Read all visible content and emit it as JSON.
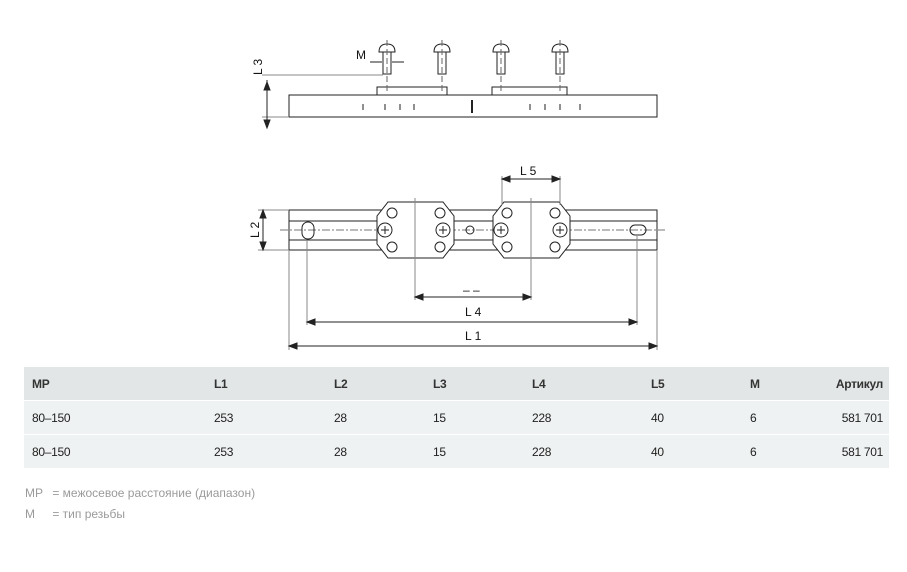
{
  "drawing": {
    "labels": {
      "M": "M",
      "L1": "L 1",
      "L2": "L 2",
      "L3": "L 3",
      "L4": "L 4",
      "L5": "L 5",
      "gap": "– –"
    }
  },
  "table": {
    "headers": [
      "MP",
      "L1",
      "L2",
      "L3",
      "L4",
      "L5",
      "M",
      "Артикул"
    ],
    "rows": [
      [
        "80–150",
        "253",
        "28",
        "15",
        "228",
        "40",
        "6",
        "581 701"
      ],
      [
        "80–150",
        "253",
        "28",
        "15",
        "228",
        "40",
        "6",
        "581 701"
      ]
    ]
  },
  "legend": [
    {
      "key": "MP",
      "text": "= межосевое расстояние (диапазон)"
    },
    {
      "key": "M",
      "text": "= тип резьбы"
    }
  ]
}
